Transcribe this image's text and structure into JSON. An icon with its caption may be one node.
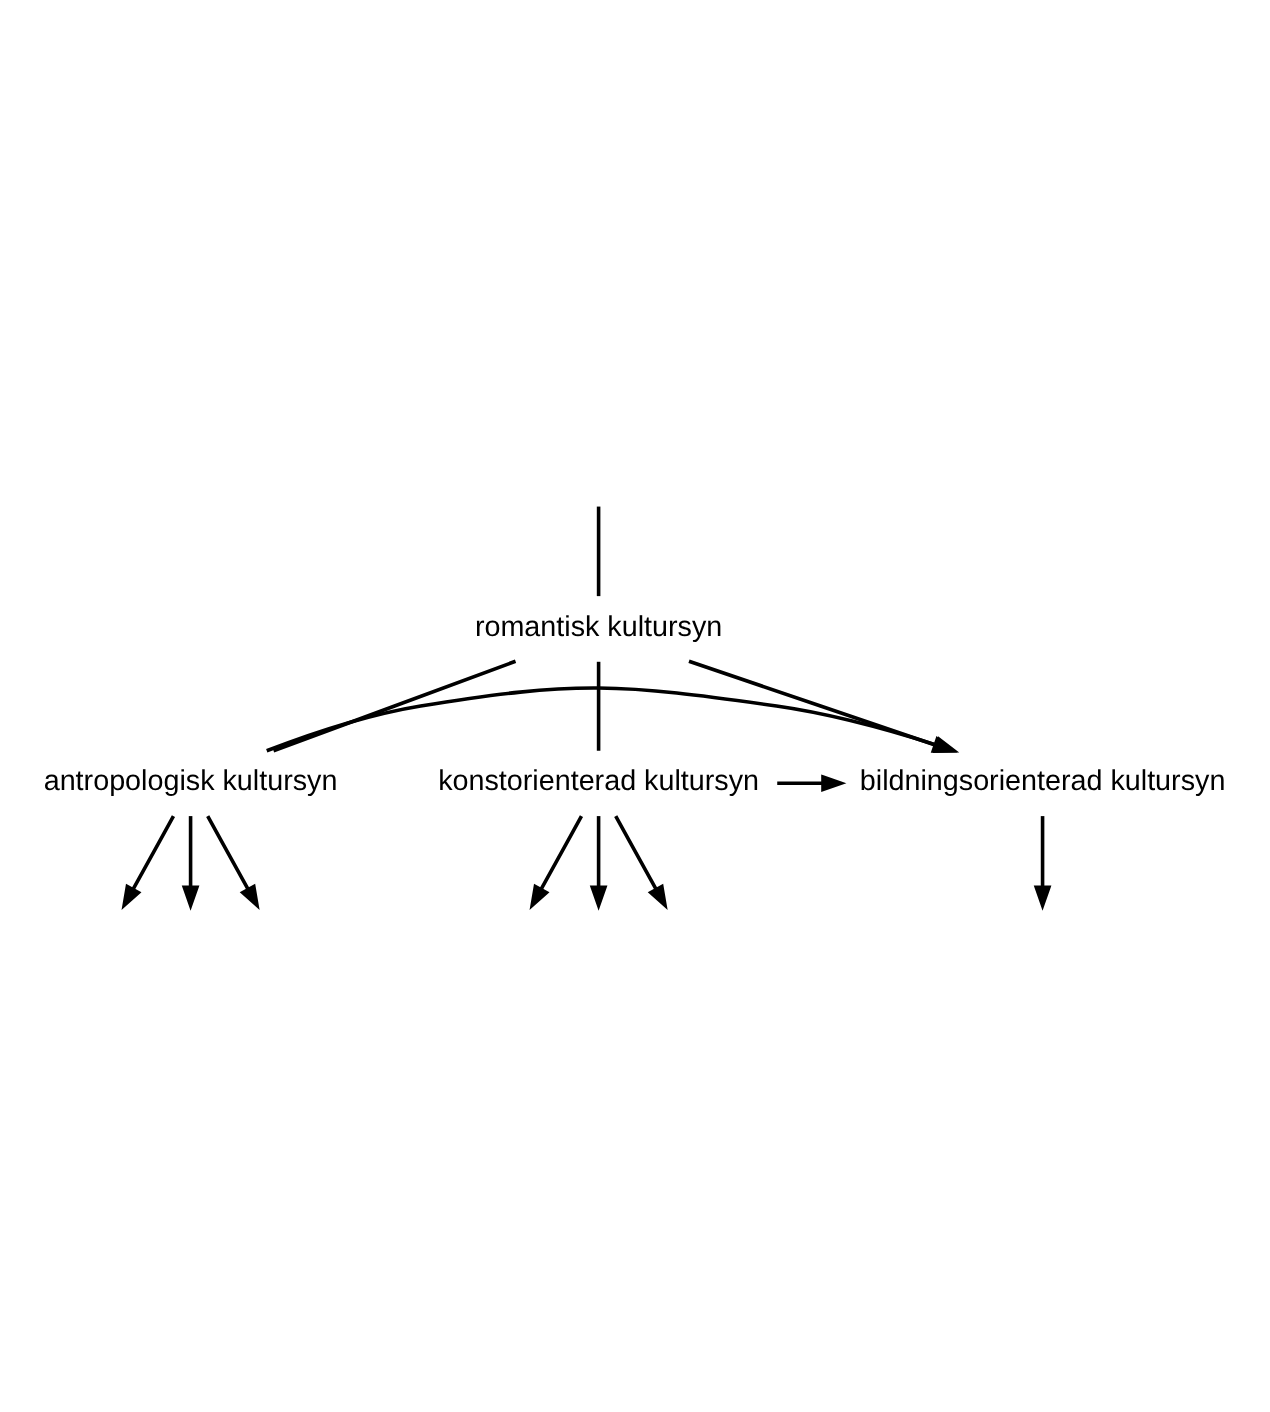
{
  "diagram": {
    "nodes": [
      {
        "text": [
          "romantisk kultursyn"
        ]
      },
      {
        "text": [
          "konstorienterad kultursyn"
        ]
      },
      {
        "text": [
          "bildningsorienterad kultursyn"
        ]
      },
      {
        "text": [
          "antropologisk kultursyn"
        ]
      }
    ],
    "edges": [
      {
        "from": null,
        "to": 0,
        "arrow": "none"
      },
      {
        "from": 0,
        "to": 1,
        "arrow": "none"
      },
      {
        "from": 0,
        "to": 2,
        "arrow": "to"
      },
      {
        "from": 0,
        "to": 3,
        "arrow": "none"
      },
      {
        "from": 1,
        "to": 2,
        "arrow": "to"
      },
      {
        "from": 3,
        "to": 2,
        "arrow": "to"
      },
      {
        "from": 1,
        "to": null,
        "arrow": "to"
      },
      {
        "from": 1,
        "to": null,
        "arrow": "to"
      },
      {
        "from": 1,
        "to": null,
        "arrow": "to"
      },
      {
        "from": 2,
        "to": null,
        "arrow": "to"
      },
      {
        "from": 3,
        "to": null,
        "arrow": "to"
      },
      {
        "from": 3,
        "to": null,
        "arrow": "to"
      },
      {
        "from": 3,
        "to": null,
        "arrow": "to"
      }
    ]
  }
}
